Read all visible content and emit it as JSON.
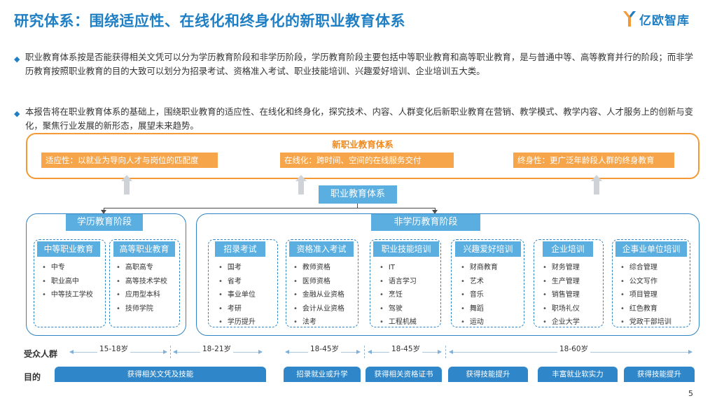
{
  "header": {
    "title": "研究体系：围绕适应性、在线化和终身化的新职业教育体系",
    "logo_text": "亿欧智库"
  },
  "bullets": [
    "职业教育体系按是否能获得相关文凭可以分为学历教育阶段和非学历阶段，学历教育阶段主要包括中等职业教育和高等职业教育，是与普通中等、高等教育并行的阶段；而非学历教育按照职业教育的目的大致可以划分为招录考试、资格准入考试、职业技能培训、兴趣爱好培训、企业培训五大类。",
    "本报告将在职业教育体系的基础上，围绕职业教育的适应性、在线化和终身化，探究技术、内容、人群变化后新职业教育在营销、教学模式、教学内容、人才服务上的创新与变化，聚焦行业发展的新形态，展望未来趋势。"
  ],
  "new_system": {
    "title": "新职业教育体系",
    "tags": [
      "适应性：以就业为导向人才与岗位的匹配度",
      "在线化：跨时间、空间的在线服务交付",
      "终身性：更广泛年龄段人群的终身教育"
    ]
  },
  "center": {
    "label": "职业教育体系"
  },
  "groups": {
    "academic": {
      "label": "学历教育阶段",
      "categories": [
        {
          "label": "中等职业教育",
          "items": [
            "中专",
            "职业高中",
            "中等技工学校"
          ]
        },
        {
          "label": "高等职业教育",
          "items": [
            "高职高专",
            "高等技术学校",
            "应用型本科",
            "技师学院"
          ]
        }
      ]
    },
    "non_academic": {
      "label": "非学历教育阶段",
      "categories": [
        {
          "label": "招录考试",
          "items": [
            "国考",
            "省考",
            "事业单位",
            "考研",
            "学历提升"
          ]
        },
        {
          "label": "资格准入考试",
          "items": [
            "教师资格",
            "医师资格",
            "金融从业资格",
            "会计从业资格",
            "法考"
          ]
        },
        {
          "label": "职业技能培训",
          "items": [
            "IT",
            "语言学习",
            "烹饪",
            "驾驶",
            "工程机械"
          ]
        },
        {
          "label": "兴趣爱好培训",
          "items": [
            "财商教育",
            "艺术",
            "音乐",
            "舞蹈",
            "运动"
          ]
        },
        {
          "label": "企业培训",
          "items": [
            "财务管理",
            "生产管理",
            "销售管理",
            "职场礼仪",
            "企业大学"
          ]
        },
        {
          "label": "企事业单位培训",
          "items": [
            "综合管理",
            "公文写作",
            "项目管理",
            "红色教育",
            "党政干部培训"
          ]
        }
      ]
    }
  },
  "audience": {
    "label": "受众人群",
    "ranges": [
      "15-18岁",
      "18-21岁",
      "18-45岁",
      "18-45岁",
      "18-60岁"
    ]
  },
  "purpose": {
    "label": "目的",
    "goals": [
      "获得相关文凭及技能",
      "招录就业或升学",
      "获得相关资格证书",
      "获得技能提升",
      "丰富就业软实力",
      "获得技能提升"
    ]
  },
  "page_number": "5",
  "colors": {
    "title_blue": "#1f7fc4",
    "label_blue": "#5aaee0",
    "goal_blue": "#2f86c8",
    "orange": "#f39a36"
  }
}
